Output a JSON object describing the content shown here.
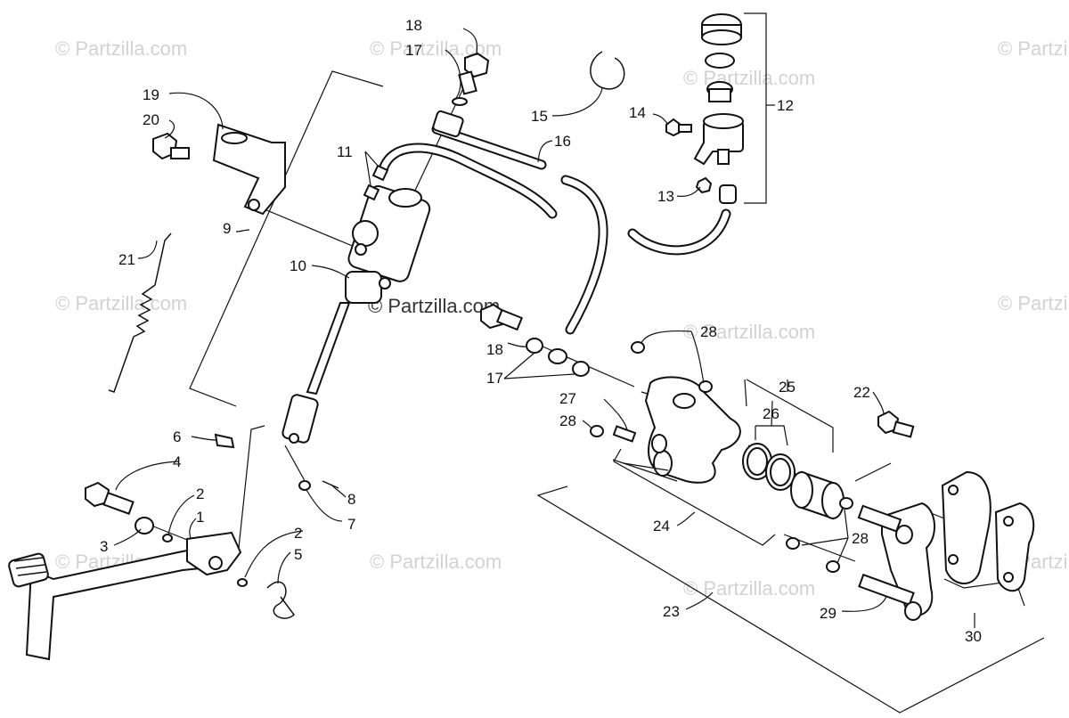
{
  "watermarks": {
    "text": "© Partzilla.com",
    "center_text": "© Partzilla.com"
  },
  "callouts": {
    "c1": "1",
    "c2a": "2",
    "c2b": "2",
    "c3": "3",
    "c4": "4",
    "c5": "5",
    "c6": "6",
    "c7": "7",
    "c8": "8",
    "c9": "9",
    "c10": "10",
    "c11": "11",
    "c12": "12",
    "c13": "13",
    "c14": "14",
    "c15": "15",
    "c16": "16",
    "c17a": "17",
    "c17b": "17",
    "c18a": "18",
    "c18b": "18",
    "c19": "19",
    "c20": "20",
    "c21": "21",
    "c22": "22",
    "c23": "23",
    "c24": "24",
    "c25": "25",
    "c26": "26",
    "c27": "27",
    "c28a": "28",
    "c28b": "28",
    "c28c": "28",
    "c29": "29",
    "c30": "30"
  }
}
